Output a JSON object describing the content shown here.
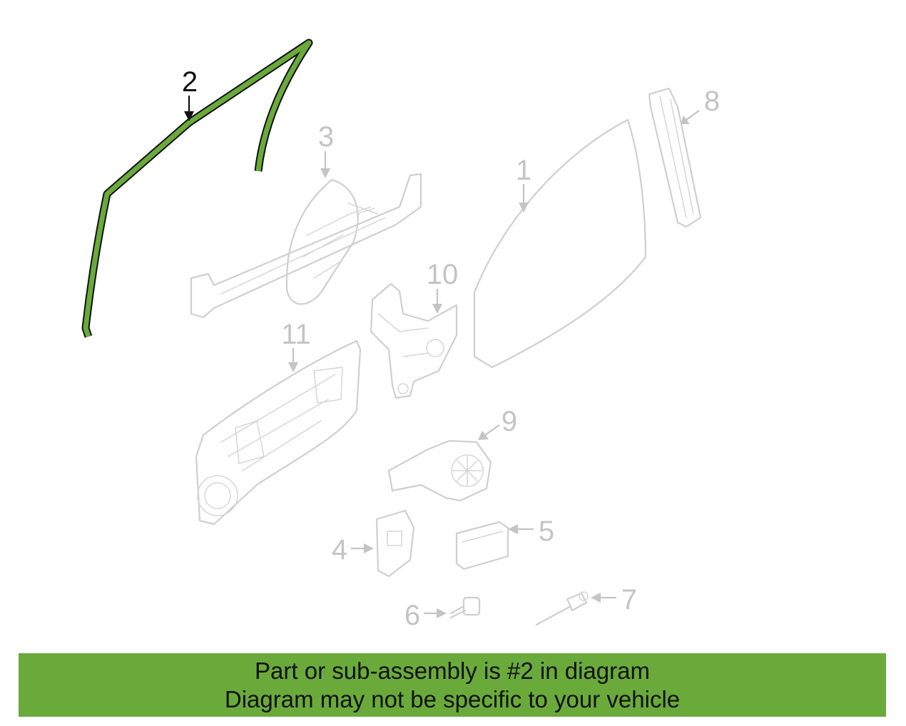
{
  "highlight_color": "#6aaa3b",
  "diagram": {
    "highlighted_part": "2",
    "callouts": {
      "c1": "1",
      "c2": "2",
      "c3": "3",
      "c4": "4",
      "c5": "5",
      "c6": "6",
      "c7": "7",
      "c8": "8",
      "c9": "9",
      "c10": "10",
      "c11": "11"
    }
  },
  "banner": {
    "line1": "Part or sub-assembly is #2 in diagram",
    "line2": "Diagram may not be specific to your vehicle"
  }
}
